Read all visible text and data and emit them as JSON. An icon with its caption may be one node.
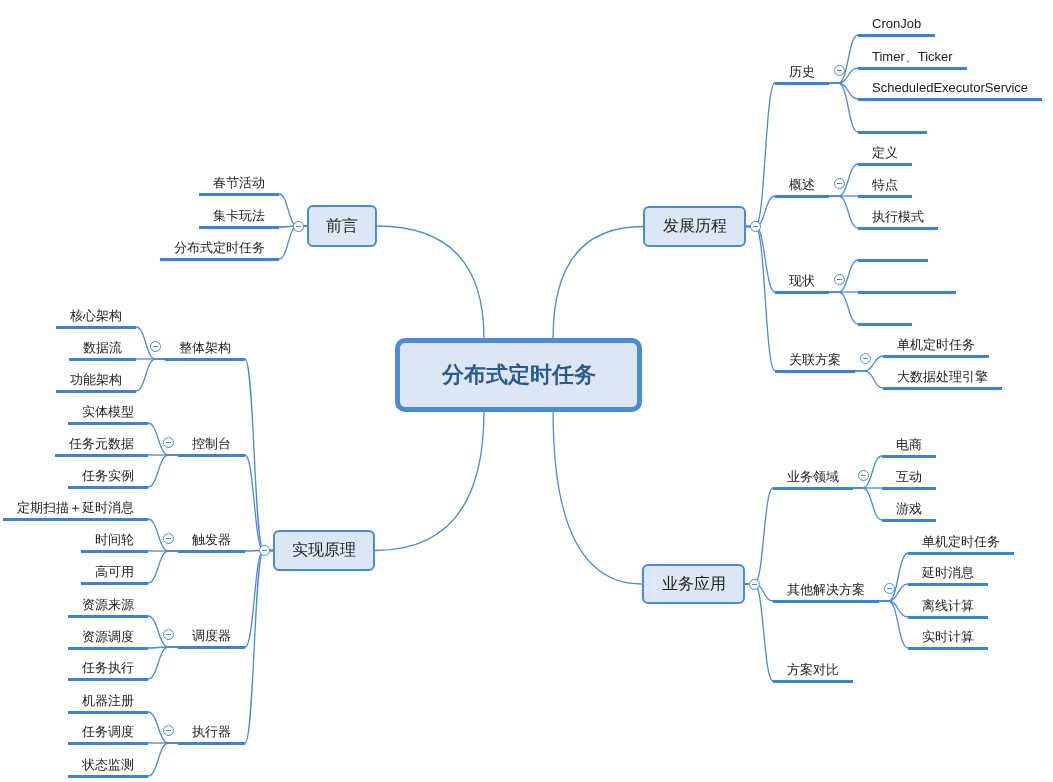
{
  "diagram": {
    "nodes": [
      {
        "text": [
          "分布式定时任务"
        ]
      },
      {
        "text": [
          "前言"
        ]
      },
      {
        "text": [
          "春节活动"
        ]
      },
      {
        "text": [
          "集卡玩法"
        ]
      },
      {
        "text": [
          "分布式定时任务"
        ]
      },
      {
        "text": [
          "发展历程"
        ]
      },
      {
        "text": [
          "历史"
        ]
      },
      {
        "text": [
          "CronJob"
        ]
      },
      {
        "text": [
          "Timer、Ticker"
        ]
      },
      {
        "text": [
          "ScheduledExecutorService"
        ]
      },
      {
        "text": [],
        "shape": "bar"
      },
      {
        "text": [
          "概述"
        ]
      },
      {
        "text": [
          "定义"
        ]
      },
      {
        "text": [
          "特点"
        ]
      },
      {
        "text": [
          "执行模式"
        ]
      },
      {
        "text": [
          "现状"
        ]
      },
      {
        "text": [],
        "shape": "bar"
      },
      {
        "text": [],
        "shape": "bar"
      },
      {
        "text": [],
        "shape": "bar"
      },
      {
        "text": [
          "关联方案"
        ]
      },
      {
        "text": [
          "单机定时任务"
        ]
      },
      {
        "text": [
          "大数据处理引擎"
        ]
      },
      {
        "text": [
          "实现原理"
        ]
      },
      {
        "text": [
          "整体架构"
        ]
      },
      {
        "text": [
          "核心架构"
        ]
      },
      {
        "text": [
          "数据流"
        ]
      },
      {
        "text": [
          "功能架构"
        ]
      },
      {
        "text": [
          "控制台"
        ]
      },
      {
        "text": [
          "实体模型"
        ]
      },
      {
        "text": [
          "任务元数据"
        ]
      },
      {
        "text": [
          "任务实例"
        ]
      },
      {
        "text": [
          "触发器"
        ]
      },
      {
        "text": [
          "定期扫描＋延时消息"
        ]
      },
      {
        "text": [
          "时间轮"
        ]
      },
      {
        "text": [
          "高可用"
        ]
      },
      {
        "text": [
          "调度器"
        ]
      },
      {
        "text": [
          "资源来源"
        ]
      },
      {
        "text": [
          "资源调度"
        ]
      },
      {
        "text": [
          "任务执行"
        ]
      },
      {
        "text": [
          "执行器"
        ]
      },
      {
        "text": [
          "机器注册"
        ]
      },
      {
        "text": [
          "任务调度"
        ]
      },
      {
        "text": [
          "状态监测"
        ]
      },
      {
        "text": [
          "业务应用"
        ]
      },
      {
        "text": [
          "业务领域"
        ]
      },
      {
        "text": [
          "电商"
        ]
      },
      {
        "text": [
          "互动"
        ]
      },
      {
        "text": [
          "游戏"
        ]
      },
      {
        "text": [
          "其他解决方案"
        ]
      },
      {
        "text": [
          "单机定时任务"
        ]
      },
      {
        "text": [
          "延时消息"
        ]
      },
      {
        "text": [
          "离线计算"
        ]
      },
      {
        "text": [
          "实时计算"
        ]
      },
      {
        "text": [
          "方案对比"
        ]
      }
    ],
    "edges": [
      {
        "from": 0,
        "to": 1,
        "arrow": "none"
      },
      {
        "from": 0,
        "to": 5,
        "arrow": "none"
      },
      {
        "from": 0,
        "to": 22,
        "arrow": "none"
      },
      {
        "from": 0,
        "to": 43,
        "arrow": "none"
      },
      {
        "from": 1,
        "to": 2,
        "arrow": "none"
      },
      {
        "from": 1,
        "to": 3,
        "arrow": "none"
      },
      {
        "from": 1,
        "to": 4,
        "arrow": "none"
      },
      {
        "from": 5,
        "to": 6,
        "arrow": "none"
      },
      {
        "from": 5,
        "to": 11,
        "arrow": "none"
      },
      {
        "from": 5,
        "to": 15,
        "arrow": "none"
      },
      {
        "from": 5,
        "to": 19,
        "arrow": "none"
      },
      {
        "from": 6,
        "to": 7,
        "arrow": "none"
      },
      {
        "from": 6,
        "to": 8,
        "arrow": "none"
      },
      {
        "from": 6,
        "to": 9,
        "arrow": "none"
      },
      {
        "from": 6,
        "to": 10,
        "arrow": "none"
      },
      {
        "from": 11,
        "to": 12,
        "arrow": "none"
      },
      {
        "from": 11,
        "to": 13,
        "arrow": "none"
      },
      {
        "from": 11,
        "to": 14,
        "arrow": "none"
      },
      {
        "from": 15,
        "to": 16,
        "arrow": "none"
      },
      {
        "from": 15,
        "to": 17,
        "arrow": "none"
      },
      {
        "from": 15,
        "to": 18,
        "arrow": "none"
      },
      {
        "from": 19,
        "to": 20,
        "arrow": "none"
      },
      {
        "from": 19,
        "to": 21,
        "arrow": "none"
      },
      {
        "from": 22,
        "to": 23,
        "arrow": "none"
      },
      {
        "from": 22,
        "to": 27,
        "arrow": "none"
      },
      {
        "from": 22,
        "to": 31,
        "arrow": "none"
      },
      {
        "from": 22,
        "to": 35,
        "arrow": "none"
      },
      {
        "from": 22,
        "to": 39,
        "arrow": "none"
      },
      {
        "from": 23,
        "to": 24,
        "arrow": "none"
      },
      {
        "from": 23,
        "to": 25,
        "arrow": "none"
      },
      {
        "from": 23,
        "to": 26,
        "arrow": "none"
      },
      {
        "from": 27,
        "to": 28,
        "arrow": "none"
      },
      {
        "from": 27,
        "to": 29,
        "arrow": "none"
      },
      {
        "from": 27,
        "to": 30,
        "arrow": "none"
      },
      {
        "from": 31,
        "to": 32,
        "arrow": "none"
      },
      {
        "from": 31,
        "to": 33,
        "arrow": "none"
      },
      {
        "from": 31,
        "to": 34,
        "arrow": "none"
      },
      {
        "from": 35,
        "to": 36,
        "arrow": "none"
      },
      {
        "from": 35,
        "to": 37,
        "arrow": "none"
      },
      {
        "from": 35,
        "to": 38,
        "arrow": "none"
      },
      {
        "from": 39,
        "to": 40,
        "arrow": "none"
      },
      {
        "from": 39,
        "to": 41,
        "arrow": "none"
      },
      {
        "from": 39,
        "to": 42,
        "arrow": "none"
      },
      {
        "from": 43,
        "to": 44,
        "arrow": "none"
      },
      {
        "from": 43,
        "to": 48,
        "arrow": "none"
      },
      {
        "from": 43,
        "to": 53,
        "arrow": "none"
      },
      {
        "from": 44,
        "to": 45,
        "arrow": "none"
      },
      {
        "from": 44,
        "to": 46,
        "arrow": "none"
      },
      {
        "from": 44,
        "to": 47,
        "arrow": "none"
      },
      {
        "from": 48,
        "to": 49,
        "arrow": "none"
      },
      {
        "from": 48,
        "to": 50,
        "arrow": "none"
      },
      {
        "from": 48,
        "to": 51,
        "arrow": "none"
      },
      {
        "from": 48,
        "to": 52,
        "arrow": "none"
      }
    ]
  }
}
